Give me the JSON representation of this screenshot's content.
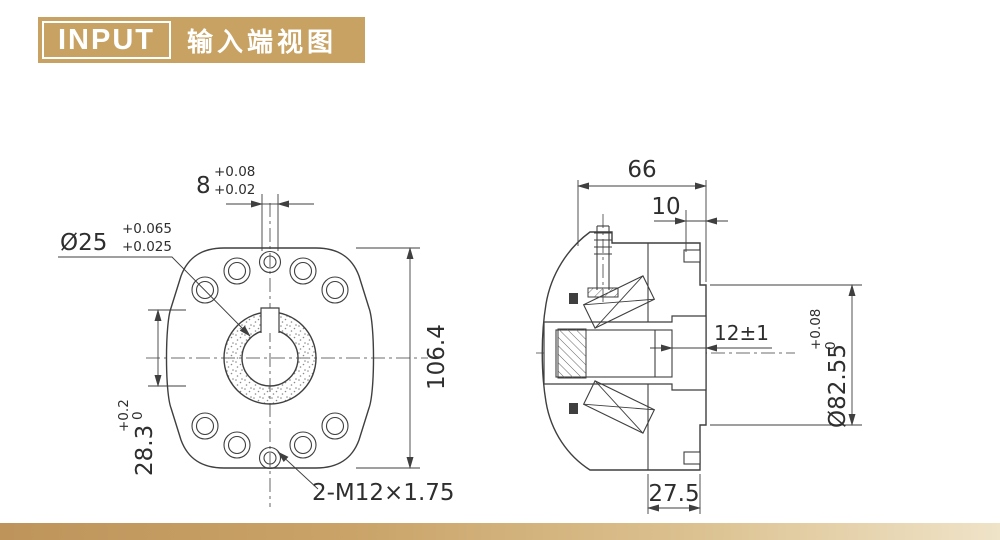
{
  "header": {
    "badge": "INPUT",
    "title": "输入端视图"
  },
  "colors": {
    "accent": "#C7A262",
    "line": "#3f3f3f",
    "background": "#ffffff"
  },
  "left_view": {
    "dim_keyway_width": {
      "value": "8",
      "tol_upper": "+0.08",
      "tol_lower": "+0.02"
    },
    "dim_bore": {
      "value": "Ø25",
      "tol_upper": "+0.065",
      "tol_lower": "+0.025"
    },
    "dim_height": {
      "value": "106.4"
    },
    "dim_keyway_depth": {
      "value": "28.3",
      "tol_upper": "+0.2",
      "tol_lower": "0"
    },
    "callout_thread": {
      "value": "2-M12×1.75"
    }
  },
  "right_view": {
    "dim_overall_width": {
      "value": "66"
    },
    "dim_step": {
      "value": "10"
    },
    "dim_recess": {
      "value": "12±1"
    },
    "dim_pilot": {
      "value": "Ø82.55",
      "tol_upper": "+0.08",
      "tol_lower": "0"
    },
    "dim_hub_width": {
      "value": "27.5"
    }
  }
}
